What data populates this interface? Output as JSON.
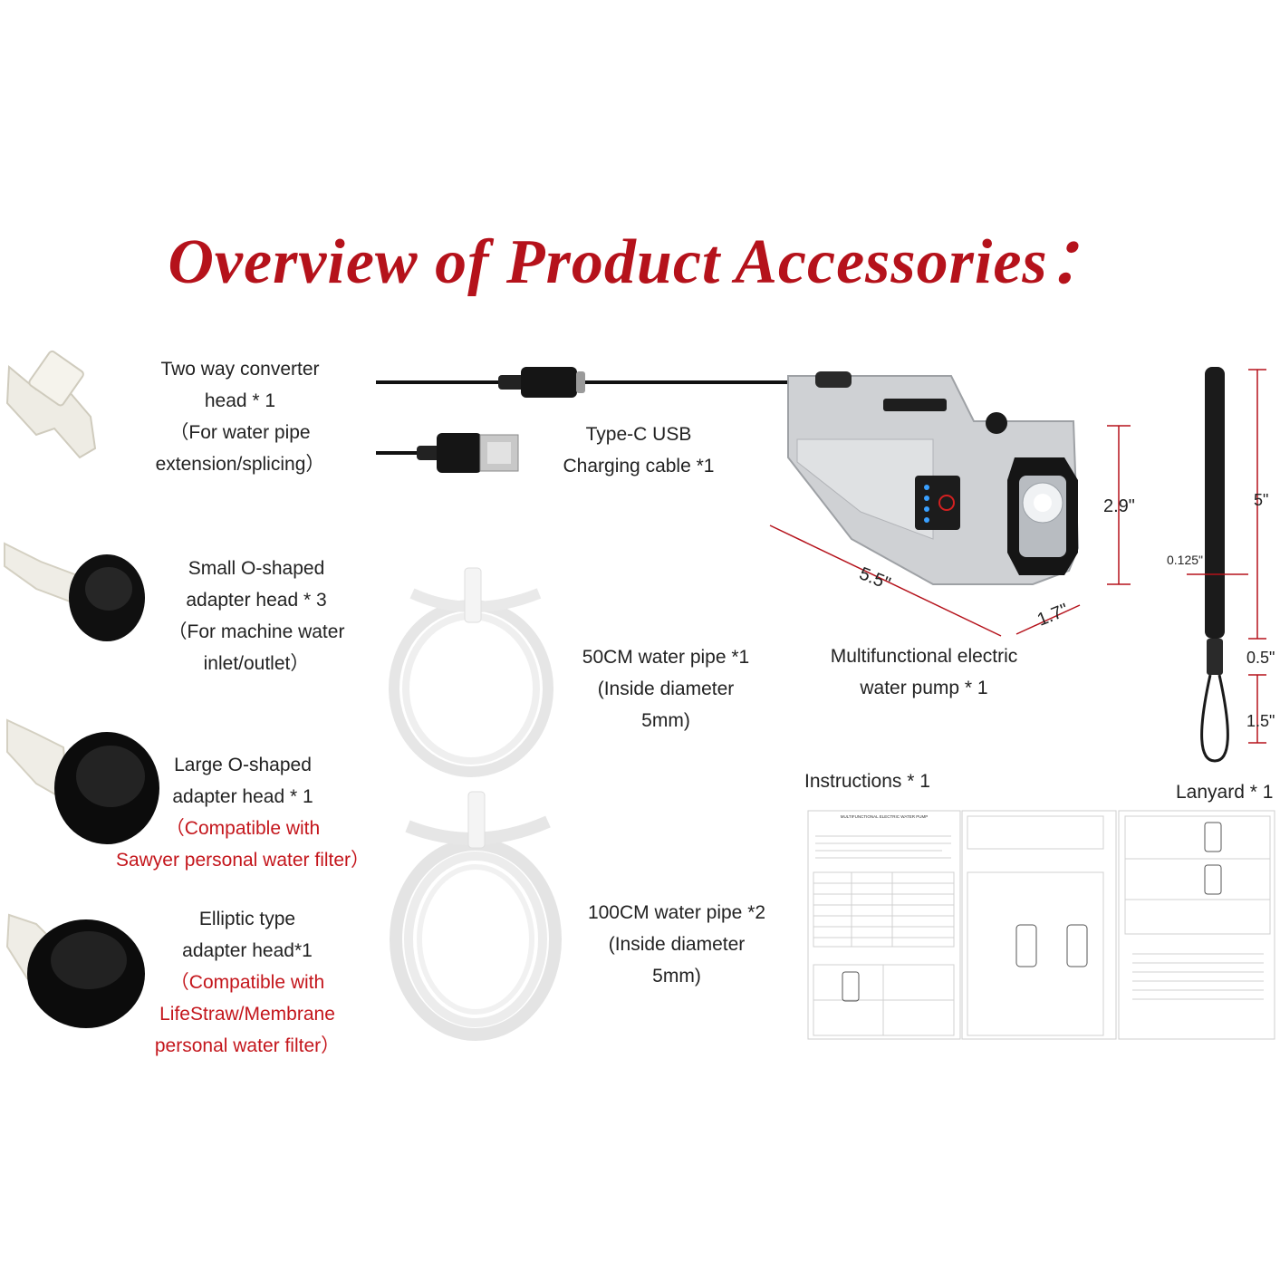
{
  "title": "Overview of Product Accessories：",
  "accessories": {
    "two_way": {
      "lines": [
        "Two way converter",
        "head * 1",
        "（For water pipe",
        "extension/splicing）"
      ]
    },
    "small_o": {
      "lines": [
        "Small O-shaped",
        "adapter head * 3",
        "（For machine water",
        "inlet/outlet）"
      ]
    },
    "large_o": {
      "lines": [
        "Large O-shaped",
        "adapter head * 1"
      ],
      "red_lines": [
        "（Compatible with",
        "Sawyer personal water filter）"
      ]
    },
    "elliptic": {
      "lines": [
        "Elliptic type",
        "adapter head*1"
      ],
      "red_lines": [
        "（Compatible with",
        "LifeStraw/Membrane",
        "personal water filter）"
      ]
    },
    "usb_cable": {
      "lines": [
        "Type-C USB",
        "Charging cable *1"
      ]
    },
    "pipe_50": {
      "lines": [
        "50CM water pipe *1",
        "(Inside diameter",
        "5mm)"
      ]
    },
    "pipe_100": {
      "lines": [
        "100CM water pipe *2",
        "(Inside diameter",
        "5mm)"
      ]
    },
    "pump": {
      "lines": [
        "Multifunctional electric",
        "water pump * 1"
      ]
    },
    "instructions": {
      "label": "Instructions * 1",
      "doc_title": "MULTIFUNCTIONAL ELECTRIC WATER PUMP"
    },
    "lanyard": {
      "label": "Lanyard * 1"
    }
  },
  "dimensions": {
    "pump_height": "2.9\"",
    "pump_length": "5.5\"",
    "pump_width": "1.7\"",
    "lanyard_length": "5\"",
    "lanyard_width": "0.125\"",
    "lanyard_clip": "0.5\"",
    "lanyard_loop": "1.5\""
  },
  "colors": {
    "title": "#b5121b",
    "accent_red": "#c4161c",
    "dimension_line": "#b5121b"
  }
}
